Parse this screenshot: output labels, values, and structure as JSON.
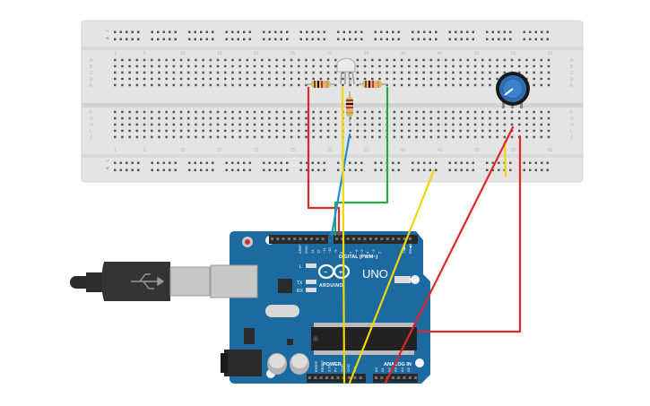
{
  "breadboard": {
    "column_numbers": [
      "1",
      "5",
      "10",
      "15",
      "20",
      "25",
      "30",
      "35",
      "40",
      "45",
      "50",
      "55",
      "60"
    ],
    "row_letters_top": [
      "A",
      "B",
      "C",
      "D",
      "E"
    ],
    "row_letters_bottom": [
      "F",
      "G",
      "H",
      "I",
      "J"
    ],
    "rail_plus": "+",
    "rail_minus": "−"
  },
  "arduino": {
    "logo_text": "ARDUINO",
    "model": "UNO",
    "digital_label": "DIGITAL (PWM~)",
    "analog_label": "ANALOG IN",
    "power_label": "POWER",
    "on_label": "ON",
    "l_label": "L",
    "tx_label": "TX",
    "rx_label": "RX",
    "aref_label": "AREF",
    "gnd_label": "GND",
    "tx1_label": "TX▶1",
    "rx0_label": "RX◀0",
    "digital_pins": [
      "13",
      "12",
      "~11",
      "~10",
      "~9",
      "8",
      "7",
      "~6",
      "~5",
      "4",
      "~3",
      "2"
    ],
    "power_pins": [
      "IOREF",
      "RESET",
      "3.3V",
      "5V",
      "GND",
      "GND",
      "Vin"
    ],
    "analog_pins": [
      "A0",
      "A1",
      "A2",
      "A3",
      "A4",
      "A5"
    ]
  },
  "colors": {
    "breadboard": "#e4e4e4",
    "arduino_board": "#1d6aa0",
    "wire_red": "#e0252b",
    "wire_yellow": "#f0d800",
    "wire_green": "#2aa845",
    "wire_blue": "#1f8fd6"
  }
}
